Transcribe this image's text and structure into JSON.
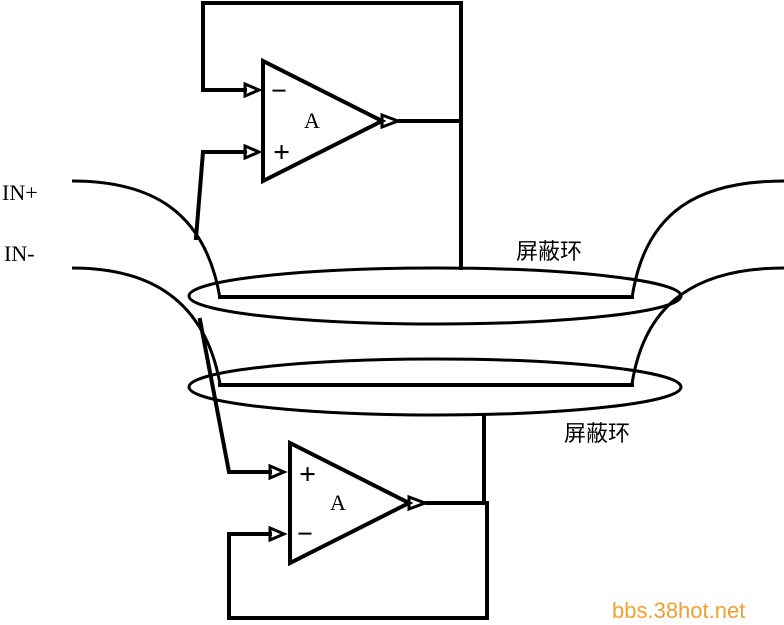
{
  "labels": {
    "in_plus": "IN+",
    "in_minus": "IN-",
    "shield_ring_top": "屏蔽环",
    "shield_ring_bottom": "屏蔽环"
  },
  "amplifiers": [
    {
      "label": "A",
      "top_input": "−",
      "bottom_input": "+"
    },
    {
      "label": "A",
      "top_input": "+",
      "bottom_input": "−"
    }
  ],
  "watermark": {
    "text": "bbs.38hot.net",
    "color": "#f0a030"
  },
  "colors": {
    "line": "#000000",
    "background": "#ffffff"
  }
}
